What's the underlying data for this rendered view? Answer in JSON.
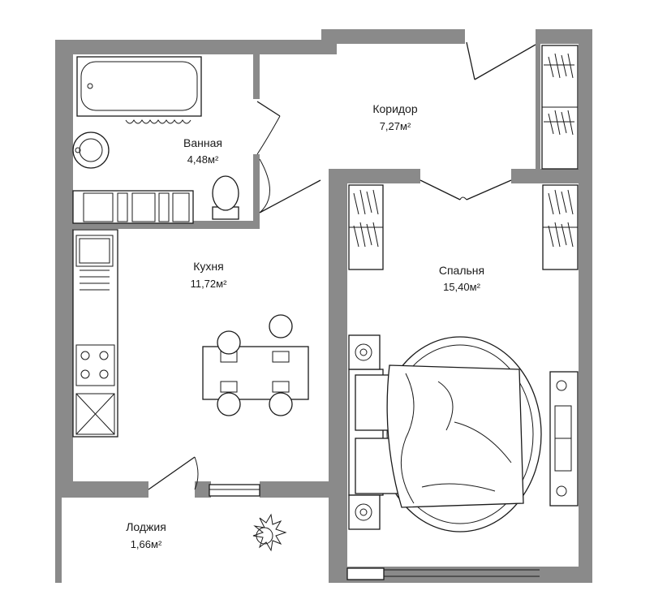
{
  "colors": {
    "wall": "#8a8a8a",
    "line": "#1a1a1a",
    "background": "#ffffff"
  },
  "rooms": {
    "corridor": {
      "name": "Коридор",
      "area": "7,27м²"
    },
    "bathroom": {
      "name": "Ванная",
      "area": "4,48м²"
    },
    "kitchen": {
      "name": "Кухня",
      "area": "11,72м²"
    },
    "bedroom": {
      "name": "Спальня",
      "area": "15,40м²"
    },
    "loggia": {
      "name": "Лоджия",
      "area": "1,66м²"
    }
  }
}
